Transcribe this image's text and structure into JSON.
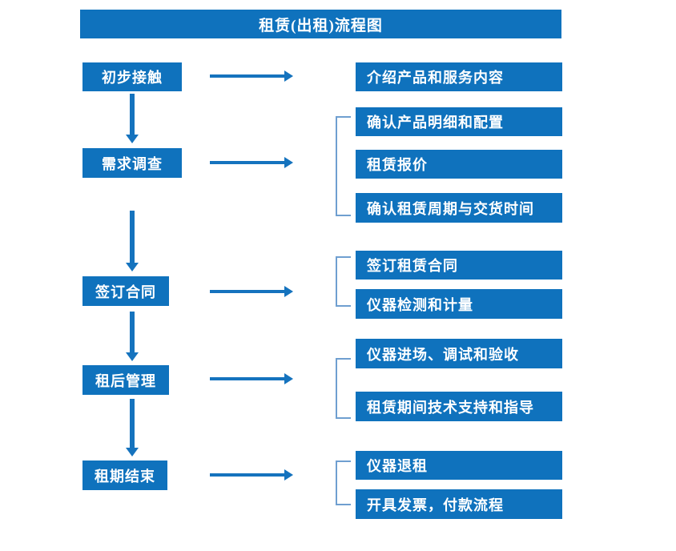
{
  "title": "租赁(出租)流程图",
  "colors": {
    "box_fill": "#0f72bd",
    "box_text": "#ffffff",
    "arrow": "#1573be",
    "bracket": "#6f9fd0",
    "background": "#ffffff"
  },
  "stages": [
    {
      "label": "初步接触",
      "arrow_label": "arrow-right",
      "details": [
        "介绍产品和服务内容"
      ],
      "has_bracket": false,
      "connector_to_next": "arrow-down"
    },
    {
      "label": "需求调查",
      "arrow_label": "arrow-right",
      "details": [
        "确认产品明细和配置",
        "租赁报价",
        "确认租赁周期与交货时间"
      ],
      "has_bracket": true,
      "connector_to_next": "arrow-down"
    },
    {
      "label": "签订合同",
      "arrow_label": "arrow-right",
      "details": [
        "签订租赁合同",
        "仪器检测和计量"
      ],
      "has_bracket": true,
      "connector_to_next": "arrow-down"
    },
    {
      "label": "租后管理",
      "arrow_label": "arrow-right",
      "details": [
        "仪器进场、调试和验收",
        "租赁期间技术支持和指导"
      ],
      "has_bracket": true,
      "connector_to_next": "arrow-down"
    },
    {
      "label": "租期结束",
      "arrow_label": "arrow-right",
      "details": [
        "仪器退租",
        "开具发票，付款流程"
      ],
      "has_bracket": true,
      "connector_to_next": null
    }
  ],
  "chart_data": {
    "type": "diagram",
    "title": "租赁(出租)流程图",
    "nodes": [
      {
        "id": "s1",
        "text": "初步接触",
        "column": "left"
      },
      {
        "id": "s2",
        "text": "需求调查",
        "column": "left"
      },
      {
        "id": "s3",
        "text": "签订合同",
        "column": "left"
      },
      {
        "id": "s4",
        "text": "租后管理",
        "column": "left"
      },
      {
        "id": "s5",
        "text": "租期结束",
        "column": "left"
      },
      {
        "id": "d1",
        "text": "介绍产品和服务内容",
        "column": "right"
      },
      {
        "id": "d2",
        "text": "确认产品明细和配置",
        "column": "right"
      },
      {
        "id": "d3",
        "text": "租赁报价",
        "column": "right"
      },
      {
        "id": "d4",
        "text": "确认租赁周期与交货时间",
        "column": "right"
      },
      {
        "id": "d5",
        "text": "签订租赁合同",
        "column": "right"
      },
      {
        "id": "d6",
        "text": "仪器检测和计量",
        "column": "right"
      },
      {
        "id": "d7",
        "text": "仪器进场、调试和验收",
        "column": "right"
      },
      {
        "id": "d8",
        "text": "租赁期间技术支持和指导",
        "column": "right"
      },
      {
        "id": "d9",
        "text": "仪器退租",
        "column": "right"
      },
      {
        "id": "d10",
        "text": "开具发票，付款流程",
        "column": "right"
      }
    ],
    "edges": [
      {
        "from": "s1",
        "to": "s2",
        "type": "arrow-down"
      },
      {
        "from": "s2",
        "to": "s3",
        "type": "arrow-down"
      },
      {
        "from": "s3",
        "to": "s4",
        "type": "arrow-down"
      },
      {
        "from": "s4",
        "to": "s5",
        "type": "arrow-down"
      },
      {
        "from": "s1",
        "to": "d1",
        "type": "arrow-right"
      },
      {
        "from": "s2",
        "to": "d2",
        "type": "arrow-right"
      },
      {
        "from": "s3",
        "to": "d5",
        "type": "arrow-right"
      },
      {
        "from": "s4",
        "to": "d7",
        "type": "arrow-right"
      },
      {
        "from": "s5",
        "to": "d9",
        "type": "arrow-right"
      }
    ]
  }
}
